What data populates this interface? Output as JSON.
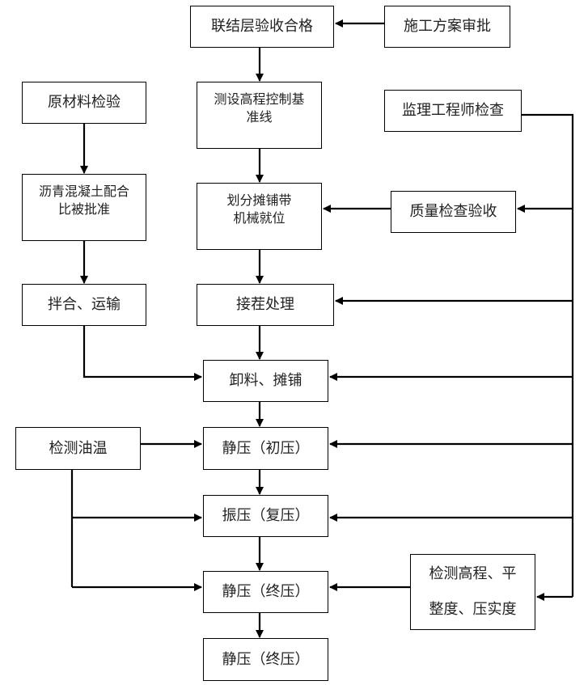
{
  "diagram": {
    "type": "flowchart",
    "title": "",
    "nodes": {
      "lianjie": "联结层验收合格",
      "shigong": "施工方案审批",
      "cesheng_l1": "测设高程控制基",
      "cesheng_l2": "准线",
      "jianli": "监理工程师检查",
      "yuancailiao": "原材料检验",
      "liqing_l1": "沥青混凝土配合",
      "liqing_l2": "比被批准",
      "huafen_l1": "划分摊铺带",
      "huafen_l2": "机械就位",
      "zhiliang": "质量检查验收",
      "banhe": "拌合、运输",
      "jiecha": "接茬处理",
      "xieliao": "卸料、摊铺",
      "jiance_youwen": "检测油温",
      "jingya_chu": "静压（初压）",
      "zhenya_fu": "振压（复压）",
      "jingya_zhong": "静压（终压）",
      "jiance_gaocheng_l1": "检测高程、平",
      "jiance_gaocheng_l2": "整度、压实度",
      "jingya_zhong_2": "静压（终压）"
    },
    "edges": [
      [
        "施工方案审批",
        "联结层验收合格"
      ],
      [
        "联结层验收合格",
        "测设高程控制基准线"
      ],
      [
        "测设高程控制基准线",
        "划分摊铺带机械就位"
      ],
      [
        "质量检查验收",
        "划分摊铺带机械就位"
      ],
      [
        "划分摊铺带机械就位",
        "接茬处理"
      ],
      [
        "接茬处理",
        "卸料、摊铺"
      ],
      [
        "原材料检验",
        "沥青混凝土配合比被批准"
      ],
      [
        "沥青混凝土配合比被批准",
        "拌合、运输"
      ],
      [
        "拌合、运输",
        "卸料、摊铺"
      ],
      [
        "卸料、摊铺",
        "静压（初压）"
      ],
      [
        "检测油温",
        "静压（初压）"
      ],
      [
        "检测油温",
        "振压（复压）"
      ],
      [
        "检测油温",
        "静压（终压）"
      ],
      [
        "静压（初压）",
        "振压（复压）"
      ],
      [
        "振压（复压）",
        "静压（终压）"
      ],
      [
        "静压（终压）",
        "静压（终压）"
      ],
      [
        "检测高程、平整度、压实度",
        "静压（终压）"
      ],
      [
        "监理工程师检查",
        "质量检查验收"
      ],
      [
        "监理工程师检查",
        "接茬处理"
      ],
      [
        "监理工程师检查",
        "卸料、摊铺"
      ],
      [
        "监理工程师检查",
        "静压（初压）"
      ],
      [
        "监理工程师检查",
        "振压（复压）"
      ],
      [
        "监理工程师检查",
        "检测高程、平整度、压实度"
      ]
    ]
  }
}
